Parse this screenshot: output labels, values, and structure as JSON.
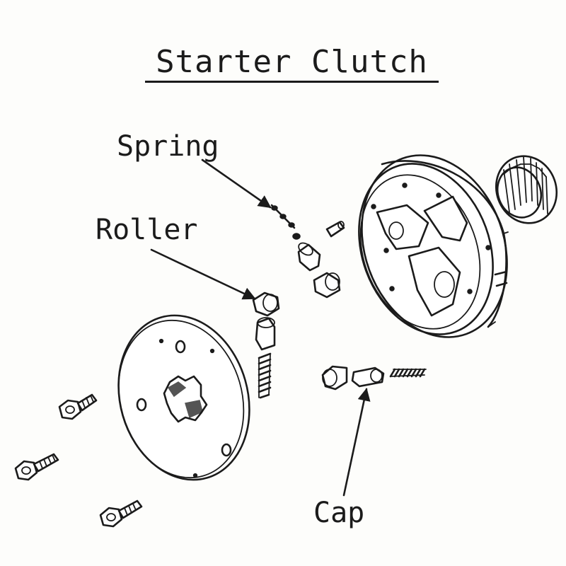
{
  "title": "Starter Clutch",
  "labels": {
    "spring": "Spring",
    "roller": "Roller",
    "cap": "Cap"
  },
  "colors": {
    "ink": "#1b1b1b",
    "paper": "#fdfdfb"
  }
}
